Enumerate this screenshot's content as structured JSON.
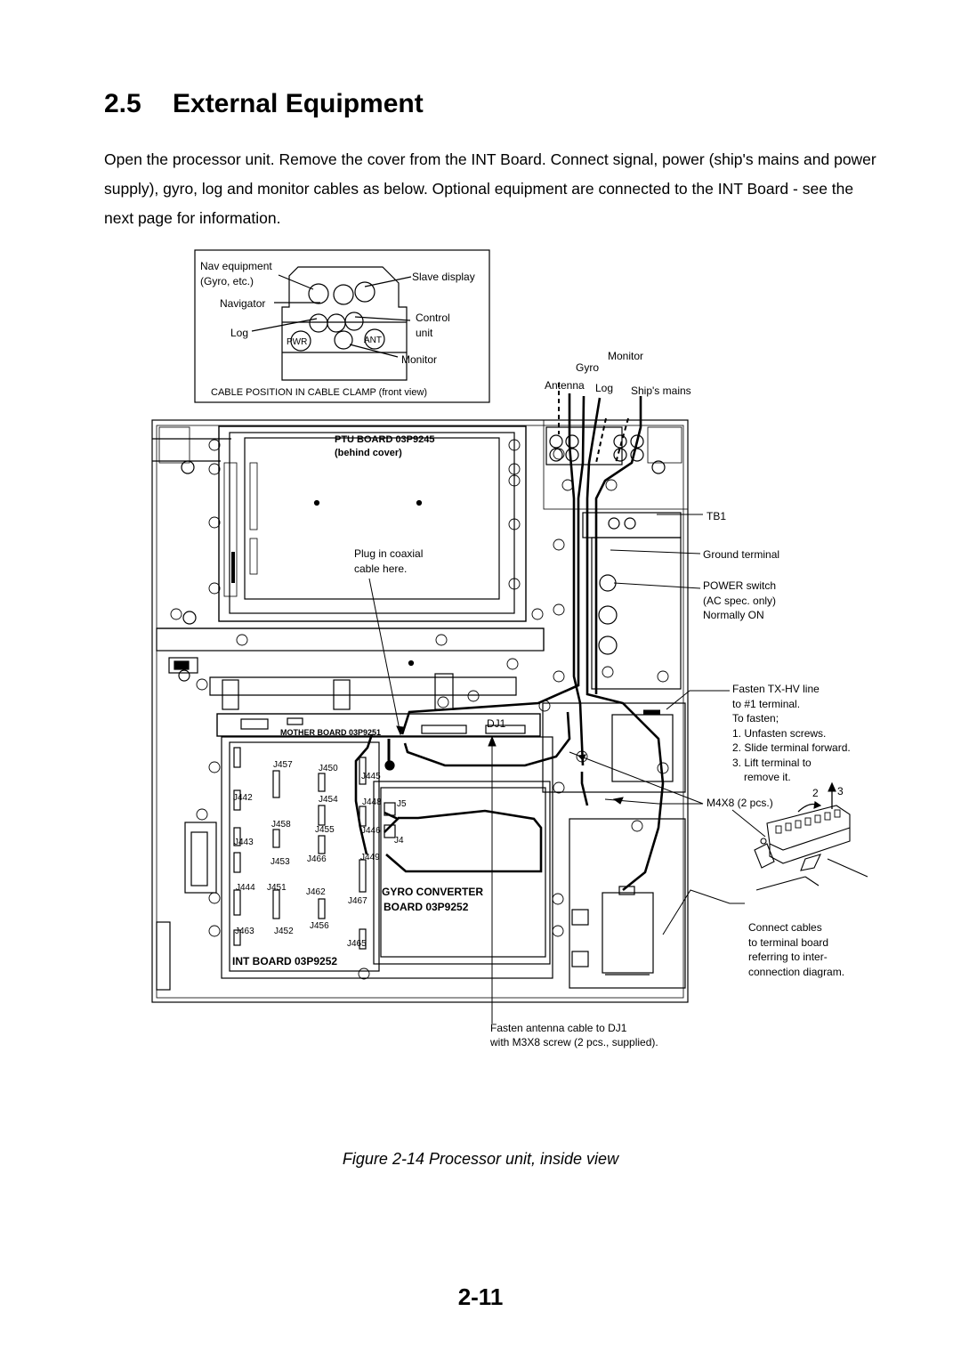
{
  "section": {
    "number": "2.5",
    "title": "External Equipment"
  },
  "intro": "Open the processor unit. Remove the cover from the INT Board. Connect signal, power (ship's mains and power supply), gyro, log and monitor cables as below. Optional equipment are connected to the INT Board - see the next page for information.",
  "inset": {
    "nav_equipment": "Nav equipment",
    "gyro_etc": "(Gyro, etc.)",
    "navigator": "Navigator",
    "log": "Log",
    "pwr": "PWR",
    "ant": "ANT",
    "slave_display": "Slave display",
    "control": "Control",
    "unit": "unit",
    "monitor": "Monitor",
    "caption": "CABLE POSITION IN CABLE CLAMP (front view)"
  },
  "cables": {
    "monitor": "Monitor",
    "gyro": "Gyro",
    "antenna": "Antenna",
    "log": "Log",
    "ships_mains": "Ship's mains"
  },
  "boards": {
    "ptu_line1": "PTU BOARD 03P9245",
    "ptu_line2": "(behind cover)",
    "mother": "MOTHER BOARD 03P9251",
    "dj1": "DJ1",
    "gyro_conv_line1": "GYRO CONVERTER",
    "gyro_conv_line2": "BOARD 03P9252",
    "int_board": "INT BOARD 03P9252"
  },
  "connectors": {
    "j457": "J457",
    "j450": "J450",
    "j445": "J445",
    "j442": "J442",
    "j454": "J454",
    "j448": "J448",
    "j5": "J5",
    "j458": "J458",
    "j455": "J455",
    "j446": "J446",
    "j4": "J4",
    "j443": "J443",
    "j453": "J453",
    "j466": "J466",
    "j449": "J449",
    "j444": "J444",
    "j451": "J451",
    "j462": "J462",
    "j467": "J467",
    "j456": "J456",
    "j463": "J463",
    "j452": "J452",
    "j465": "J465"
  },
  "callouts": {
    "plug1": "Plug in coaxial",
    "plug2": "cable here.",
    "tb1": "TB1",
    "ground": "Ground terminal",
    "power1": "POWER switch",
    "power2": "(AC spec. only)",
    "power3": "Normally ON",
    "fasten1": "Fasten TX-HV line",
    "fasten2": "to #1 terminal.",
    "fasten3": "To fasten;",
    "fasten4": "1. Unfasten screws.",
    "fasten5": "2. Slide terminal forward.",
    "fasten6": "3. Lift terminal to",
    "fasten7": "remove it.",
    "m4x8": "M4X8 (2 pcs.)",
    "step2": "2",
    "step3": "3",
    "connect1": "Connect cables",
    "connect2": "to terminal board",
    "connect3": "referring to inter-",
    "connect4": "connection diagram.",
    "antenna1": "Fasten antenna cable to DJ1",
    "antenna2": "with M3X8 screw (2 pcs., supplied)."
  },
  "caption": "Figure 2-14 Processor unit, inside view",
  "page_number": "2-11"
}
